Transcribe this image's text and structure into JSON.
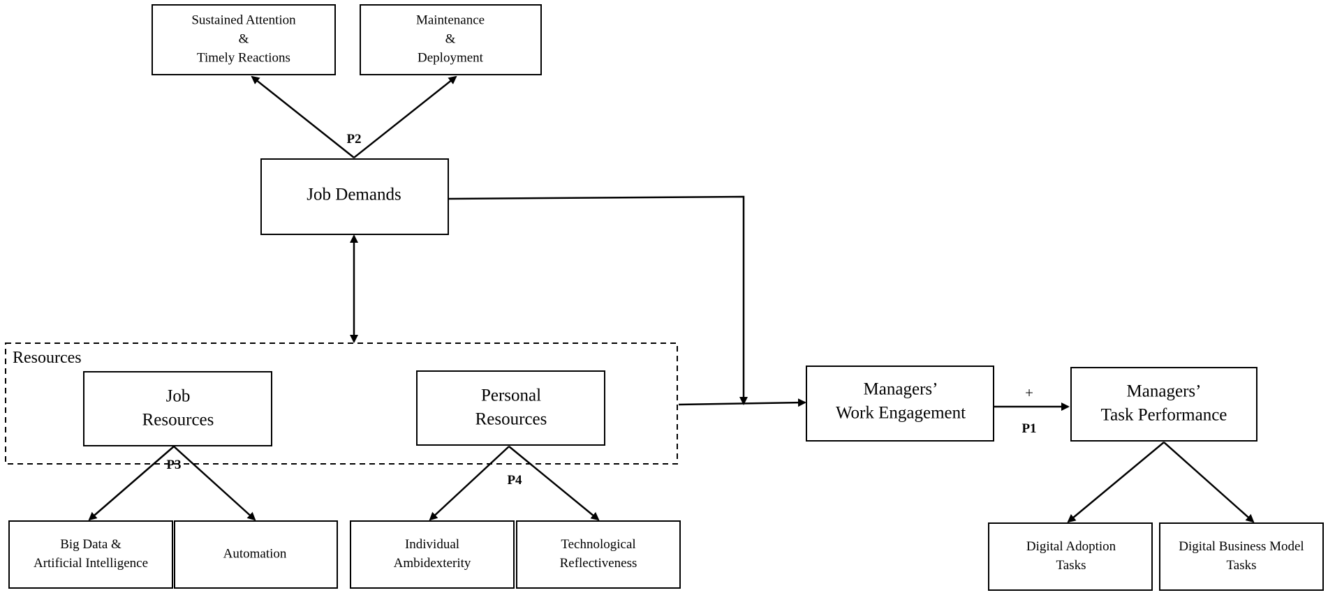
{
  "nodes": {
    "sustained_attention": {
      "lines": [
        "Sustained Attention",
        "&",
        "Timely Reactions"
      ]
    },
    "maintenance": {
      "lines": [
        "Maintenance",
        "&",
        "Deployment"
      ]
    },
    "job_demands": {
      "lines": [
        "Job Demands"
      ]
    },
    "job_resources": {
      "lines": [
        "Job",
        "Resources"
      ]
    },
    "personal_resources": {
      "lines": [
        "Personal",
        "Resources"
      ]
    },
    "work_engagement": {
      "lines": [
        "Managers’",
        "Work Engagement"
      ]
    },
    "task_performance": {
      "lines": [
        "Managers’",
        "Task Performance"
      ]
    },
    "big_data": {
      "lines": [
        "Big Data &",
        "Artificial Intelligence"
      ]
    },
    "automation": {
      "lines": [
        "Automation"
      ]
    },
    "ambidexterity": {
      "lines": [
        "Individual",
        "Ambidexterity"
      ]
    },
    "reflectiveness": {
      "lines": [
        "Technological",
        "Reflectiveness"
      ]
    },
    "digital_adoption": {
      "lines": [
        "Digital Adoption",
        "Tasks"
      ]
    },
    "digital_business": {
      "lines": [
        "Digital Business Model",
        "Tasks"
      ]
    }
  },
  "groups": {
    "resources": {
      "title": "Resources"
    }
  },
  "propositions": {
    "p1": "P1",
    "p2": "P2",
    "p3": "P3",
    "p4": "P4",
    "plus": "+"
  },
  "edges": [
    {
      "from": "job_demands",
      "to": "sustained_attention",
      "label": "P2"
    },
    {
      "from": "job_demands",
      "to": "maintenance",
      "label": "P2"
    },
    {
      "from": "job_demands",
      "to": "resources",
      "bidirectional": true
    },
    {
      "from": "job_demands",
      "to": "work_engagement"
    },
    {
      "from": "resources",
      "to": "work_engagement"
    },
    {
      "from": "work_engagement",
      "to": "task_performance",
      "label": "P1",
      "sign": "+"
    },
    {
      "from": "job_resources",
      "to": "big_data",
      "label": "P3"
    },
    {
      "from": "job_resources",
      "to": "automation",
      "label": "P3"
    },
    {
      "from": "personal_resources",
      "to": "ambidexterity",
      "label": "P4"
    },
    {
      "from": "personal_resources",
      "to": "reflectiveness",
      "label": "P4"
    },
    {
      "from": "task_performance",
      "to": "digital_adoption"
    },
    {
      "from": "task_performance",
      "to": "digital_business"
    }
  ]
}
